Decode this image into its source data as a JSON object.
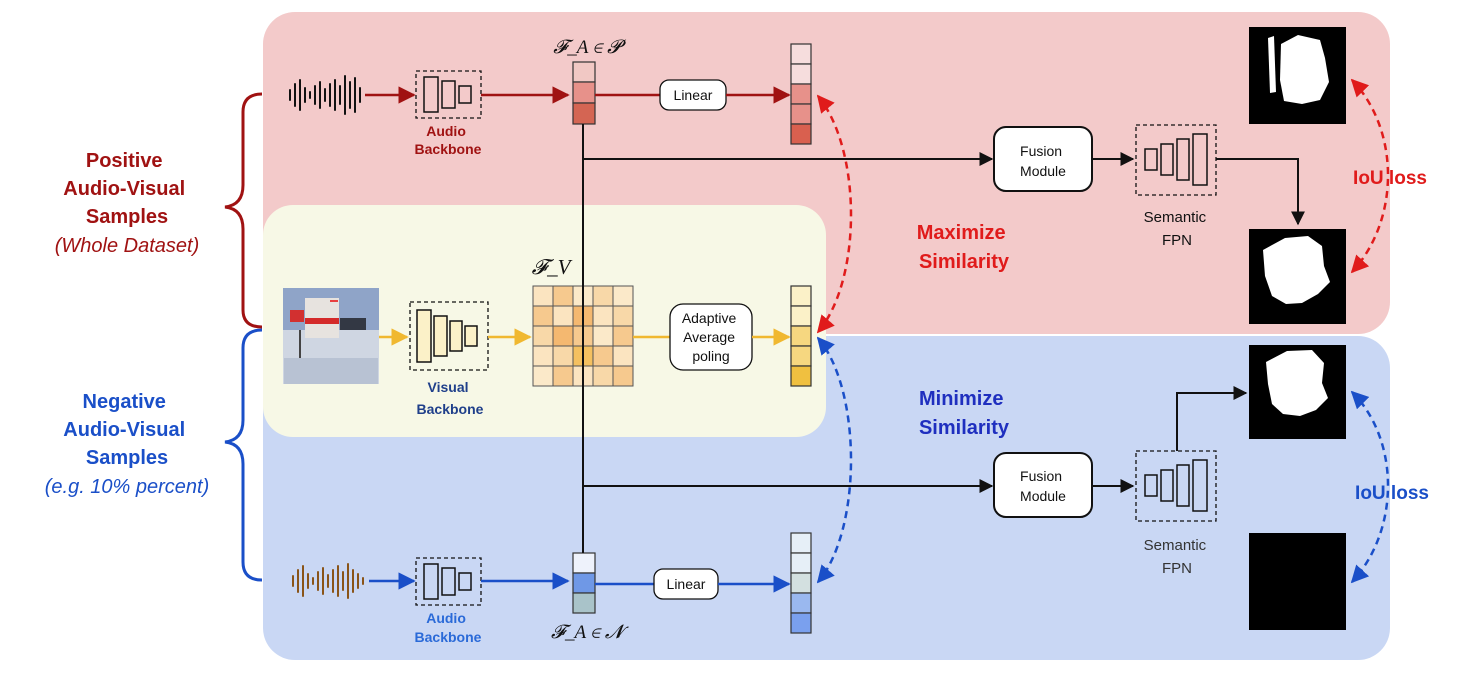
{
  "colors": {
    "positive_bg": "#f3caca",
    "negative_bg": "#c9d7f4",
    "visual_bg": "#f7f8e6",
    "dark_red": "#a01212",
    "red": "#e01b1b",
    "blue": "#1a4fc8",
    "dark_blue": "#1f2fbf",
    "yellow": "#f0b830",
    "brown": "#8a5418",
    "black": "#111111"
  },
  "left_labels": {
    "positive": {
      "line1": "Positive",
      "line2": "Audio-Visual",
      "line3": "Samples",
      "sub": "(Whole Dataset)"
    },
    "negative": {
      "line1": "Negative",
      "line2": "Audio-Visual",
      "line3": "Samples",
      "sub": "(e.g. 10% percent)"
    }
  },
  "backbones": {
    "audio_top": {
      "line1": "Audio",
      "line2": "Backbone"
    },
    "visual": {
      "line1": "Visual",
      "line2": "Backbone"
    },
    "audio_bottom": {
      "line1": "Audio",
      "line2": "Backbone"
    }
  },
  "features": {
    "fa_pos": "𝓕_A ∈ 𝓟",
    "fv": "𝓕_V",
    "fa_neg": "𝓕_A ∈ 𝓝"
  },
  "modules": {
    "linear_top": "Linear",
    "linear_bottom": "Linear",
    "pool": {
      "line1": "Adaptive",
      "line2": "Average",
      "line3": "poling"
    },
    "fusion_top": {
      "line1": "Fusion",
      "line2": "Module"
    },
    "fusion_bottom": {
      "line1": "Fusion",
      "line2": "Module"
    },
    "fpn_top": {
      "line1": "Semantic",
      "line2": "FPN"
    },
    "fpn_bottom": {
      "line1": "Semantic",
      "line2": "FPN"
    }
  },
  "objectives": {
    "maximize": {
      "line1": "Maximize",
      "line2": "Similarity"
    },
    "minimize": {
      "line1": "Minimize",
      "line2": "Similarity"
    },
    "iou_top": "IoU loss",
    "iou_bottom": "IoU loss"
  }
}
